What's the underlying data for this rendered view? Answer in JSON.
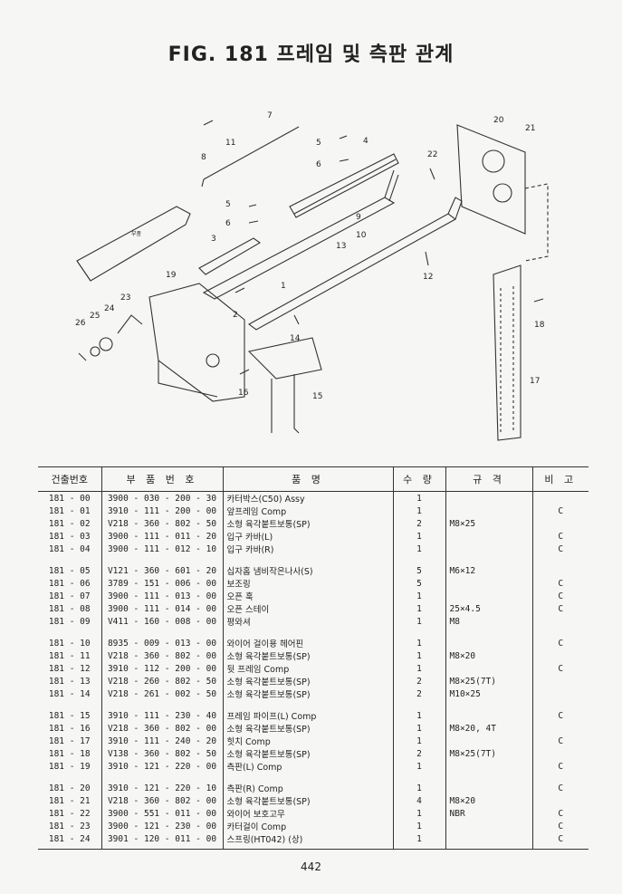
{
  "title": "FIG. 181 프레임 및 측판 관계",
  "diagram": {
    "callouts": [
      "1",
      "2",
      "3",
      "4",
      "5",
      "6",
      "5",
      "6",
      "7",
      "8",
      "9",
      "10",
      "11",
      "12",
      "13",
      "14",
      "15",
      "16",
      "17",
      "18",
      "19",
      "20",
      "21",
      "22",
      "23",
      "24",
      "25",
      "26"
    ],
    "stamp": "부품"
  },
  "table": {
    "headers": [
      "건출번호",
      "부 품 번 호",
      "품 명",
      "수 량",
      "규 격",
      "비 고"
    ],
    "groups": [
      [
        {
          "id": "181 - 00",
          "part": "3900 - 030 - 200 - 30",
          "name": "카터박스(C50) Assy",
          "qty": "1",
          "spec": "",
          "note": ""
        },
        {
          "id": "181 - 01",
          "part": "3910 - 111 - 200 - 00",
          "name": "앞프레임 Comp",
          "qty": "1",
          "spec": "",
          "note": "C"
        },
        {
          "id": "181 - 02",
          "part": "V218 - 360 - 802 - 50",
          "name": "소형 육각붙트보통(SP)",
          "qty": "2",
          "spec": "M8×25",
          "note": ""
        },
        {
          "id": "181 - 03",
          "part": "3900 - 111 - 011 - 20",
          "name": "입구 카바(L)",
          "qty": "1",
          "spec": "",
          "note": "C"
        },
        {
          "id": "181 - 04",
          "part": "3900 - 111 - 012 - 10",
          "name": "입구 카바(R)",
          "qty": "1",
          "spec": "",
          "note": "C"
        }
      ],
      [
        {
          "id": "181 - 05",
          "part": "V121 - 360 - 601 - 20",
          "name": "십자홈 냄비작은나사(S)",
          "qty": "5",
          "spec": "M6×12",
          "note": ""
        },
        {
          "id": "181 - 06",
          "part": "3789 - 151 - 006 - 00",
          "name": "보조링",
          "qty": "5",
          "spec": "",
          "note": "C"
        },
        {
          "id": "181 - 07",
          "part": "3900 - 111 - 013 - 00",
          "name": "오픈 훅",
          "qty": "1",
          "spec": "",
          "note": "C"
        },
        {
          "id": "181 - 08",
          "part": "3900 - 111 - 014 - 00",
          "name": "오픈 스테이",
          "qty": "1",
          "spec": "25×4.5",
          "note": "C"
        },
        {
          "id": "181 - 09",
          "part": "V411 - 160 - 008 - 00",
          "name": "평와셔",
          "qty": "1",
          "spec": "M8",
          "note": ""
        }
      ],
      [
        {
          "id": "181 - 10",
          "part": "8935 - 009 - 013 - 00",
          "name": "와이어 걸이용 헤어핀",
          "qty": "1",
          "spec": "",
          "note": "C"
        },
        {
          "id": "181 - 11",
          "part": "V218 - 360 - 802 - 00",
          "name": "소형 육각붙트보통(SP)",
          "qty": "1",
          "spec": "M8×20",
          "note": ""
        },
        {
          "id": "181 - 12",
          "part": "3910 - 112 - 200 - 00",
          "name": "뒷 프레임 Comp",
          "qty": "1",
          "spec": "",
          "note": "C"
        },
        {
          "id": "181 - 13",
          "part": "V218 - 260 - 802 - 50",
          "name": "소형 육각붙트보통(SP)",
          "qty": "2",
          "spec": "M8×25(7T)",
          "note": ""
        },
        {
          "id": "181 - 14",
          "part": "V218 - 261 - 002 - 50",
          "name": "소형 육각붙트보통(SP)",
          "qty": "2",
          "spec": "M10×25",
          "note": ""
        }
      ],
      [
        {
          "id": "181 - 15",
          "part": "3910 - 111 - 230 - 40",
          "name": "프레임 파이프(L) Comp",
          "qty": "1",
          "spec": "",
          "note": "C"
        },
        {
          "id": "181 - 16",
          "part": "V218 - 360 - 802 - 00",
          "name": "소형 육각붙트보통(SP)",
          "qty": "1",
          "spec": "M8×20, 4T",
          "note": ""
        },
        {
          "id": "181 - 17",
          "part": "3910 - 111 - 240 - 20",
          "name": "힛치 Comp",
          "qty": "1",
          "spec": "",
          "note": "C"
        },
        {
          "id": "181 - 18",
          "part": "V138 - 360 - 802 - 50",
          "name": "소형 육각붙트보통(SP)",
          "qty": "2",
          "spec": "M8×25(7T)",
          "note": ""
        },
        {
          "id": "181 - 19",
          "part": "3910 - 121 - 220 - 00",
          "name": "측판(L) Comp",
          "qty": "1",
          "spec": "",
          "note": "C"
        }
      ],
      [
        {
          "id": "181 - 20",
          "part": "3910 - 121 - 220 - 10",
          "name": "측판(R) Comp",
          "qty": "1",
          "spec": "",
          "note": "C"
        },
        {
          "id": "181 - 21",
          "part": "V218 - 360 - 802 - 00",
          "name": "소형 육각붙트보통(SP)",
          "qty": "4",
          "spec": "M8×20",
          "note": ""
        },
        {
          "id": "181 - 22",
          "part": "3900 - 551 - 011 - 00",
          "name": "와이어 보호고무",
          "qty": "1",
          "spec": "NBR",
          "note": "C"
        },
        {
          "id": "181 - 23",
          "part": "3900 - 121 - 230 - 00",
          "name": "카터걸이 Comp",
          "qty": "1",
          "spec": "",
          "note": "C"
        },
        {
          "id": "181 - 24",
          "part": "3901 - 120 - 011 - 00",
          "name": "스프링(HT042) (상)",
          "qty": "1",
          "spec": "",
          "note": "C"
        }
      ]
    ]
  },
  "page_number": "442"
}
